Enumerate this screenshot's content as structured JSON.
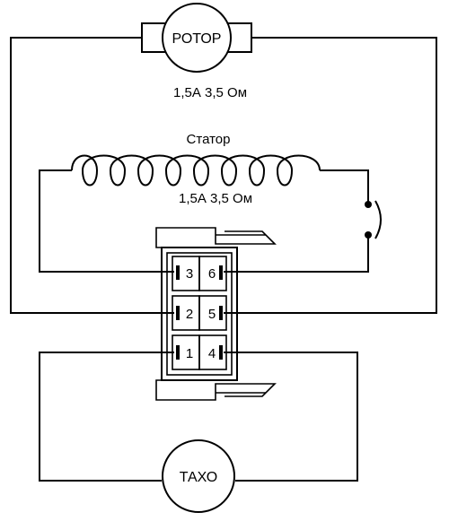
{
  "rotor": {
    "label": "РОТОР",
    "rating": "1,5А 3,5 Ом"
  },
  "stator": {
    "label": "Статор",
    "rating": "1,5А 3,5 Ом"
  },
  "tacho": {
    "label": "ТАХО"
  },
  "connector": {
    "pins": [
      "3",
      "6",
      "2",
      "5",
      "1",
      "4"
    ]
  }
}
